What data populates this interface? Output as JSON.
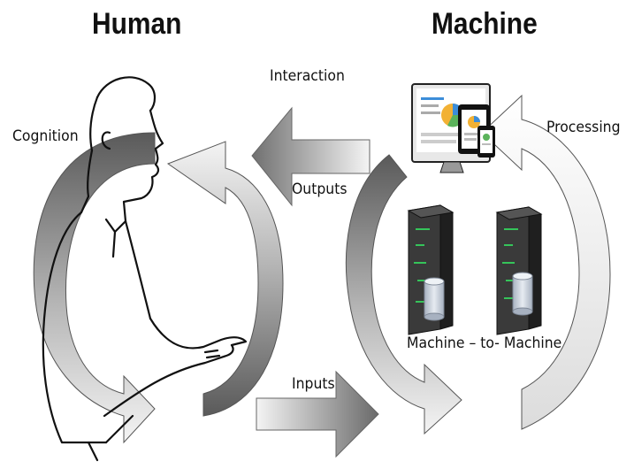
{
  "headings": {
    "human": "Human",
    "machine": "Machine"
  },
  "labels": {
    "interaction": "Interaction",
    "outputs": "Outputs",
    "inputs": "Inputs",
    "cognition": "Cognition",
    "processing": "Processing",
    "machine_to_machine": "Machine – to-  Machine"
  },
  "colors": {
    "dark_arrow": "#555555",
    "mid_arrow": "#8a8a8a",
    "light_arrow": "#e6e6e6",
    "outline": "#444444",
    "server": "#2e2e2e",
    "server_led": "#35c45a",
    "disk": "#c8d0dc"
  },
  "icons": [
    "human-profile-icon",
    "devices-icon",
    "server-left-icon",
    "server-right-icon"
  ]
}
